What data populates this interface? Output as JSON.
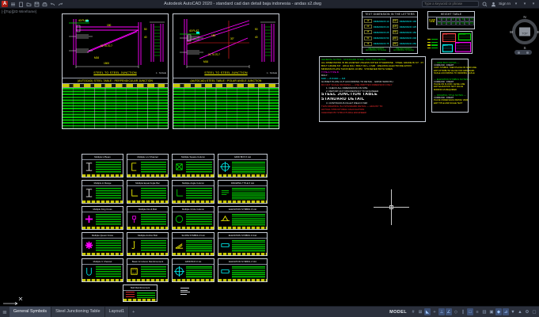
{
  "window": {
    "title": "Autodesk AutoCAD 2020 - standard cad dan detail baja indonesia - andas s2.dwg",
    "search_placeholder": "Type a keyword or phrase",
    "sign_in": "Sign In"
  },
  "viewport_label": "[-][Top][2D Wireframe]",
  "viewcube": {
    "n": "N",
    "w": "W",
    "s": "S",
    "e": "E",
    "top": "TOP"
  },
  "drawing1": {
    "caption": "STEEL TO STEEL JUNCTION",
    "scale": "1 : SCALE",
    "table_title": "(AUTOCAD) STEEL TABLE : PERPENDICULAR JUNCTION",
    "dims": [
      "40 PLAT",
      "150",
      "2L 70.70.7",
      "M16",
      "1500",
      "50",
      "40"
    ]
  },
  "drawing2": {
    "caption": "STEEL TO STEEL JUNCTION",
    "scale": "1 : SCALE",
    "table_title": "(AUTOCAD) STEEL TABLE : POLAR ANGLE JUNCTION",
    "dims": [
      "40 PLAT",
      "150",
      "2L 70.70.7",
      "M16",
      "30°",
      "50",
      "40"
    ]
  },
  "text_dimension_box": {
    "title": "TEXT DIMENSION IN THE LETTERS",
    "left": [
      {
        "tag": "10",
        "label": "DIMENSION 10"
      },
      {
        "tag": "20",
        "label": "DIMENSION 20"
      },
      {
        "tag": "25",
        "label": "DIMENSION 25"
      },
      {
        "tag": "50",
        "label": "DIMENSION 50"
      },
      {
        "tag": "75",
        "label": "DIMENSION 75"
      }
    ],
    "right": [
      {
        "tag": "100",
        "label": "DIMENSION 100"
      },
      {
        "tag": "125",
        "label": "DIMENSION 125"
      },
      {
        "tag": "150",
        "label": "DIMENSION 150"
      },
      {
        "tag": "200",
        "label": "DIMENSION 200"
      },
      {
        "tag": "250",
        "label": "DIMENSION 250"
      }
    ],
    "footer_left": "USE TEXT HEIGHT ACCORDING TO SCALE",
    "footer_right": "USE TEXT HEIGHT ACCORDING TO SCALE"
  },
  "height_table": {
    "title": "HEIGHT TABLE",
    "row_label": "FLOOR LEVEL",
    "cols": [
      "H1",
      "H2",
      "H3",
      "H4",
      "H5",
      "H6",
      "H7",
      "H8"
    ],
    "values": [
      "250",
      "300",
      "350",
      "400",
      "450",
      "500",
      "550",
      "600"
    ]
  },
  "legend": {
    "items": [
      {
        "label": "PLAT",
        "color": "#ff4444"
      },
      {
        "label": "PROFIL",
        "color": "#00e000"
      },
      {
        "label": "BAUT",
        "color": "#00ffff"
      },
      {
        "label": "LAS",
        "color": "#ff00ff"
      }
    ]
  },
  "notes_left": {
    "lines": [
      {
        "c": "g",
        "t": "GENERAL NOTES : STANDARD STEEL JUNCTION DETAIL"
      },
      {
        "c": "y",
        "t": "ALL DIMENSIONS IN MILLIMETER UNLESS NOTED OTHERWISE · STEEL GRADE BJ 37 · FY = 240 MPA"
      },
      {
        "c": "y",
        "t": "BOLT GRADE 8.8 · HOLE DIA = BOLT DIA + 2 MM · WELDING ELECTRODE E70XX"
      },
      {
        "c": "y",
        "t": "MINIMUM PLATE THICKNESS 10 MM · STIFFENER BOTH SIDES"
      },
      {
        "c": "m",
        "t": "TYPE A        TYPE B"
      },
      {
        "c": "w",
        "t": "BOLT :"
      },
      {
        "c": "c",
        "t": "M16 — 8.8      M20 — 8.8"
      },
      {
        "c": "w",
        "t": "GUSSET PLATE CUT ACCORDING TO DETAIL · GRIND SMOOTH"
      },
      {
        "c": "r",
        "t": "DO NOT SCALE DRAWING — USE WRITTEN DIMENSION ONLY"
      },
      {
        "c": "w",
        "t": "1. CHECK ALL DIMENSIONS ON SITE",
        "i": 1
      },
      {
        "c": "w",
        "t": "2. REPORT ANY DISCREPANCY TO ENGINEER",
        "i": 1
      },
      {
        "c": "W",
        "t": "STEEL JUNCTION TABLE"
      },
      {
        "c": "W",
        "t": "STANDARD DETAIL"
      },
      {
        "c": "w",
        "t": "3. CONTINUOUS FILLET WELD 6 MM",
        "i": 1
      },
      {
        "c": "r",
        "t": "THIS DRAWING IS A STANDARD DETAIL — ADJUST TO"
      },
      {
        "c": "r",
        "t": "ACTUAL STRUCTURAL CALCULATION"
      },
      {
        "c": "r",
        "t": "CHECKED BY STRUCTURAL ENGINEER"
      }
    ]
  },
  "notes_right": {
    "sections": [
      {
        "title": "— GRID BOX NOTES —",
        "cmd": "COMMAND : INSERT",
        "lines": [
          "COPY SYMBOL THEN PLACE ON GRID LINE",
          "EDIT ATTRIBUTE VALUE FOR GRID MARK",
          "SCALE ACCORDING TO DRAWING SCALE"
        ]
      },
      {
        "title": "— ELEVATION SYMBOL NOTES —",
        "cmd": "COMMAND : INSERT",
        "lines": [
          "PLACE ON FLOOR / LEVEL LINE",
          "EDIT ELEVATION TEXT VALUE",
          "MIRROR AS REQUIRED"
        ]
      },
      {
        "title": "— DRAWING TITLE NOTES —",
        "cmd": "COMMAND : INSERT",
        "lines": [
          "PLACE UNDER EACH DETAIL VIEW",
          "EDIT TITLE AND SCALE TEXT"
        ]
      }
    ]
  },
  "detail_blocks": [
    {
      "t": "Multiple H Beam",
      "k": "ibeam",
      "c": "#ffffff"
    },
    {
      "t": "Multiple L-U Channel",
      "k": "channel",
      "c": "#ffff00"
    },
    {
      "t": "Multiple Square Column",
      "k": "square",
      "c": "#00e000"
    },
    {
      "t": "GRID BOX # List",
      "k": "gridbox",
      "c": "#00ffff",
      "dense": 1
    },
    {
      "t": "Multiple H Flange",
      "k": "ibeam",
      "c": "#ffffff"
    },
    {
      "t": "Multiple Equal Angle Bar",
      "k": "angle",
      "c": "#ffff00"
    },
    {
      "t": "Multiple Angle Column",
      "k": "angle",
      "c": "#00e000"
    },
    {
      "t": "DRAWING TITLE # List",
      "k": "text",
      "c": "#00e000",
      "dense": 1
    },
    {
      "t": "Multiple King Cross",
      "k": "cross",
      "c": "#ff00ff"
    },
    {
      "t": "Multiple Nut & Bolt",
      "k": "bolt",
      "c": "#ff00ff"
    },
    {
      "t": "Multiple Circle Column",
      "k": "circle",
      "c": "#00e000"
    },
    {
      "t": "ELEVATION SYMBOL # List",
      "k": "elev",
      "c": "#ffff00",
      "dense": 1
    },
    {
      "t": "Multiple Queen Cross",
      "k": "qcross",
      "c": "#ff00ff"
    },
    {
      "t": "Multiple Anchor Bolt",
      "k": "anchor",
      "c": "#ffff00"
    },
    {
      "t": "SLOPE SYMBOL # List",
      "k": "slope",
      "c": "#ffff00",
      "dense": 1
    },
    {
      "t": "ELEVATION SYMBOL # 2nd",
      "k": "elev2",
      "c": "#00ffff",
      "dense": 1
    },
    {
      "t": "Multiple U Channel",
      "k": "uchannel",
      "c": "#00ffff"
    },
    {
      "t": "Beam & Column Reinforcement",
      "k": "reinf",
      "c": "#ffff00"
    },
    {
      "t": "GRID BOX # 1st",
      "k": "gridbox",
      "c": "#00ffff",
      "dense": 1
    },
    {
      "t": "ELEVATION SYMBOL # 3rd",
      "k": "elev2",
      "c": "#00ffff",
      "dense": 1
    }
  ],
  "slab_block": {
    "t": "Slab Reinforcement",
    "k": "slab",
    "c": "#ff3030"
  },
  "tabs": {
    "items": [
      "General Symbols",
      "Steel Junctioning Table",
      "Layout1"
    ],
    "active": 0,
    "add": "+"
  },
  "statusbar": {
    "model": "MODEL",
    "icons": [
      {
        "name": "grid-icon",
        "g": "#",
        "a": 0
      },
      {
        "name": "snap-icon",
        "g": "⊞",
        "a": 0
      },
      {
        "name": "infer-constraints-icon",
        "g": "◣",
        "a": 1
      },
      {
        "name": "dynamic-input-icon",
        "g": "+",
        "a": 0
      },
      {
        "name": "ortho-icon",
        "g": "⊥",
        "a": 1
      },
      {
        "name": "polar-tracking-icon",
        "g": "∠",
        "a": 1
      },
      {
        "name": "isodraft-icon",
        "g": "◇",
        "a": 0
      },
      {
        "name": "otrack-icon",
        "g": "∥",
        "a": 0
      },
      {
        "name": "osnap-icon",
        "g": "□",
        "a": 1
      },
      {
        "name": "lineweight-icon",
        "g": "≡",
        "a": 0
      },
      {
        "name": "transparency-icon",
        "g": "▥",
        "a": 0
      },
      {
        "name": "selection-cycling-icon",
        "g": "▣",
        "a": 0
      },
      {
        "name": "3d-osnap-icon",
        "g": "◆",
        "a": 1
      },
      {
        "name": "dynamic-ucs-icon",
        "g": "⊿",
        "a": 1
      },
      {
        "name": "selection-filter-icon",
        "g": "▼",
        "a": 0
      },
      {
        "name": "annotation-icon",
        "g": "▲",
        "a": 0
      },
      {
        "name": "workspace-icon",
        "g": "⚙",
        "a": 0
      },
      {
        "name": "clean-screen-icon",
        "g": "▢",
        "a": 0
      }
    ]
  }
}
